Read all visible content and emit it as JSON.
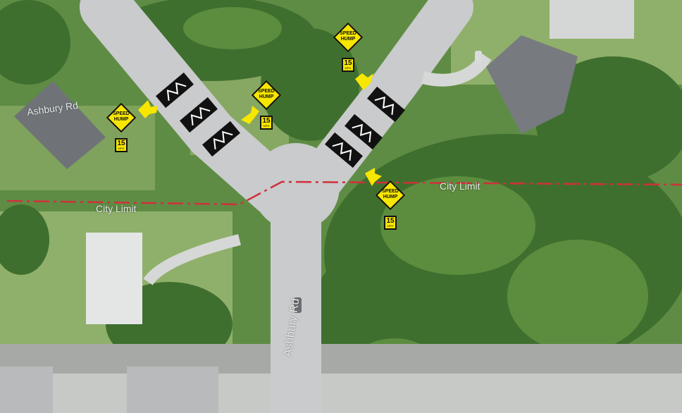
{
  "map": {
    "labels": {
      "road_top_left": "Ashbury Rd",
      "road_bottom": "Ashbury Rd",
      "city_limit_left": "City Limit",
      "city_limit_right": "City Limit"
    },
    "sign": {
      "line1": "SPEED",
      "line2": "HUMP",
      "speed": "15",
      "unit": "MPH"
    },
    "colors": {
      "city_limit_line": "#d0303c",
      "sign_yellow": "#f7e600",
      "road": "#c9cbcc",
      "tree_canopy": "#4f7f3a",
      "lawn": "#8fb06a"
    },
    "icons": [
      "speed-hump-marking",
      "speed-hump-warning-sign",
      "traffic-arrow-icon",
      "car"
    ]
  }
}
